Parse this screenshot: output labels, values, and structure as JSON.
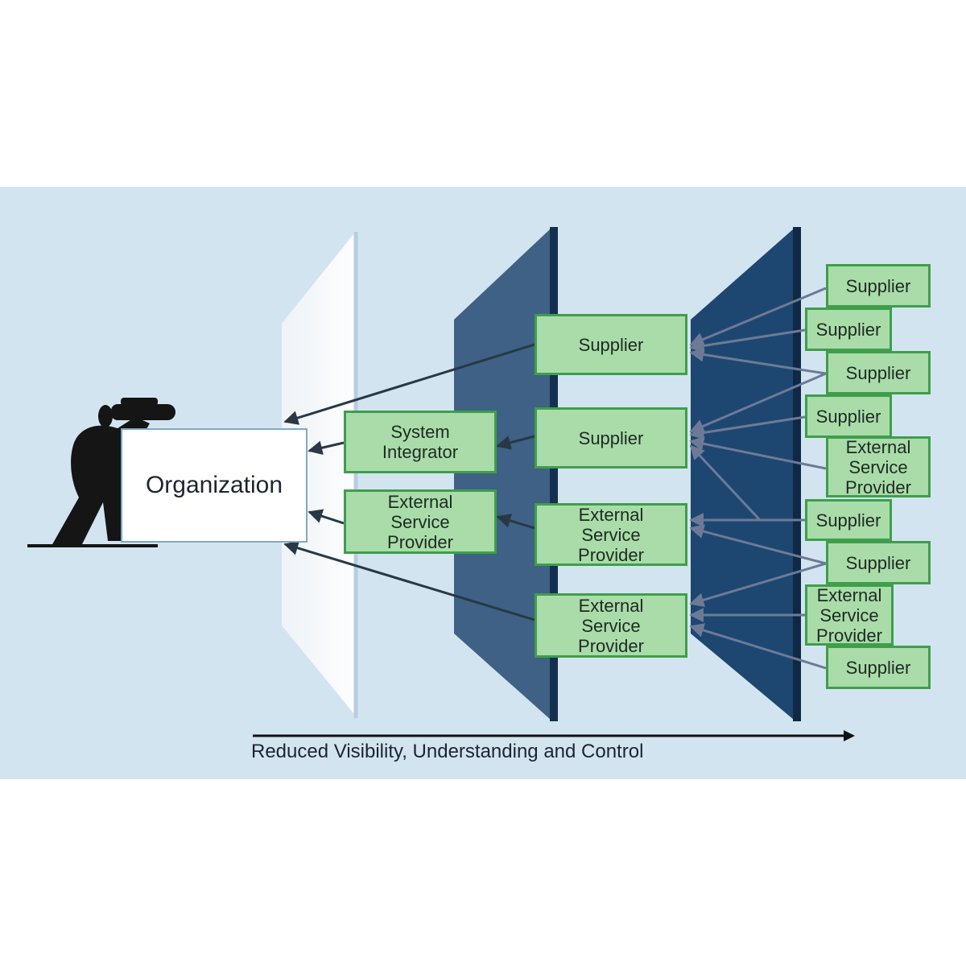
{
  "organization": {
    "label": "Organization"
  },
  "tier1": [
    {
      "label": "System\nIntegrator"
    },
    {
      "label": "External\nService\nProvider"
    }
  ],
  "tier2": [
    {
      "label": "Supplier"
    },
    {
      "label": "Supplier"
    },
    {
      "label": "External\nService\nProvider"
    },
    {
      "label": "External\nService\nProvider"
    }
  ],
  "tier3": [
    {
      "label": "Supplier"
    },
    {
      "label": "Supplier"
    },
    {
      "label": "Supplier"
    },
    {
      "label": "Supplier"
    },
    {
      "label": "External\nService\nProvider"
    },
    {
      "label": "Supplier"
    },
    {
      "label": "Supplier"
    },
    {
      "label": "External\nService\nProvider"
    },
    {
      "label": "Supplier"
    }
  ],
  "axis": {
    "label": "Reduced Visibility, Understanding and Control"
  },
  "colors": {
    "background": "#d3e4f1",
    "box_fill": "#a9dca8",
    "box_border": "#3f9e4c",
    "panel_mid": "#3e6185",
    "panel_far": "#1d4770",
    "arrow_dark": "#283845",
    "arrow_light": "#6d7a96"
  },
  "icons": {
    "viewer": "person-with-binoculars-icon"
  }
}
